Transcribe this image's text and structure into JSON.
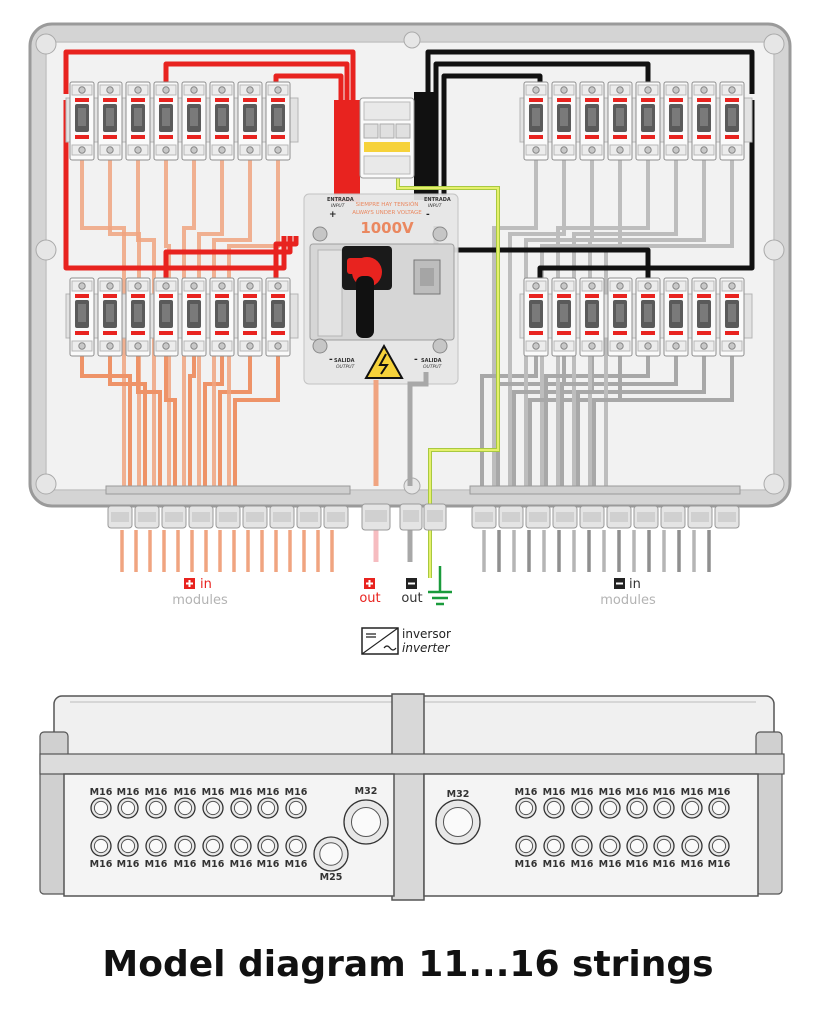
{
  "title": "Model diagram 11...16 strings",
  "disconnector": {
    "input_es": "ENTRADA",
    "input_en": "INPUT",
    "warning_es": "SIEMPRE HAY TENSIÓN",
    "warning_en": "ALWAYS UNDER VOLTAGE",
    "voltage": "1000V",
    "output_es": "SALIDA",
    "output_en": "OUTPUT",
    "plus": "+",
    "minus": "-"
  },
  "labels": {
    "pos_in": "in",
    "pos_in_sub": "modules",
    "pos_out": "out",
    "neg_out": "out",
    "neg_in": "in",
    "neg_in_sub": "modules",
    "inverter_es": "inversor",
    "inverter_en": "inverter"
  },
  "glands": {
    "small": "M16",
    "medium": "M25",
    "large": "M32"
  },
  "colors": {
    "positive": "#e8231f",
    "negative": "#111111",
    "positive_string": "#f0a480",
    "negative_string": "#a8a8a8",
    "earth": "#d8e86a",
    "earth_symbol": "#1a9b3c"
  }
}
